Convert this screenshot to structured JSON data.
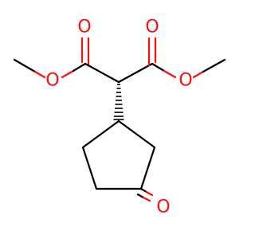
{
  "molecule": {
    "atom_color_oxygen": "#ff0d0d",
    "atom_color_carbon": "#000000",
    "labels": {
      "o_carbonyl_left": "O",
      "o_carbonyl_right": "O",
      "o_ester_left": "O",
      "o_ester_right": "O",
      "o_ketone": "O"
    }
  }
}
